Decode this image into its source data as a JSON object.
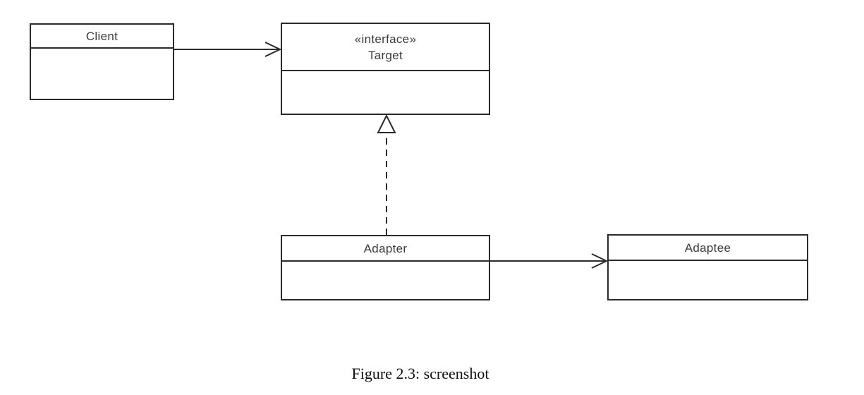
{
  "figure": {
    "caption": "Figure 2.3: screenshot"
  },
  "diagram": {
    "type": "uml-class-diagram",
    "classes": {
      "client": {
        "name": "Client"
      },
      "target": {
        "stereotype": "«interface»",
        "name": "Target"
      },
      "adapter": {
        "name": "Adapter"
      },
      "adaptee": {
        "name": "Adaptee"
      }
    },
    "relations": [
      {
        "from": "Client",
        "to": "Target",
        "type": "association",
        "line": "solid",
        "arrowhead": "open"
      },
      {
        "from": "Adapter",
        "to": "Target",
        "type": "realization",
        "line": "dashed",
        "arrowhead": "hollow-triangle"
      },
      {
        "from": "Adapter",
        "to": "Adaptee",
        "type": "association",
        "line": "solid",
        "arrowhead": "open"
      }
    ],
    "colors": {
      "line": "#2b2b2b",
      "box_text": "#3a3a3a",
      "caption_text": "#111111",
      "background": "#ffffff"
    }
  }
}
